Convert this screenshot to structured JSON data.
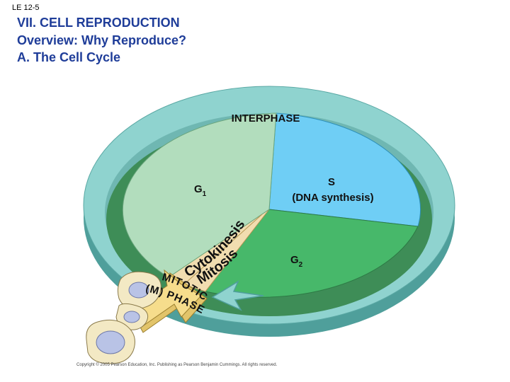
{
  "slide_number": "LE 12-5",
  "title": {
    "line1": "VII. CELL REPRODUCTION",
    "line2": "Overview:  Why Reproduce?",
    "line3": "A. The Cell Cycle"
  },
  "diagram": {
    "interphase_label": "INTERPHASE",
    "phases": {
      "g1": {
        "main": "G",
        "sub": "1"
      },
      "s_line1": "S",
      "s_line2": "(DNA synthesis)",
      "g2": {
        "main": "G",
        "sub": "2"
      },
      "cytokinesis": "Cytokinesis",
      "mitosis": "Mitosis",
      "mitotic_line1": "MITOTIC",
      "mitotic_line2": "(M) PHASE"
    },
    "colors": {
      "ring": "#8fd3cf",
      "ring_shadow": "#58aaa6",
      "g1": "#b2ddbd",
      "s": "#6fcef5",
      "g2": "#47b86a",
      "m": "#f1ddb0",
      "mitotic_arrow": "#f6dd8c",
      "cell": "#b9c3e6"
    }
  },
  "copyright": "Copyright © 2005 Pearson Education, Inc. Publishing as Pearson Benjamin Cummings. All rights reserved."
}
